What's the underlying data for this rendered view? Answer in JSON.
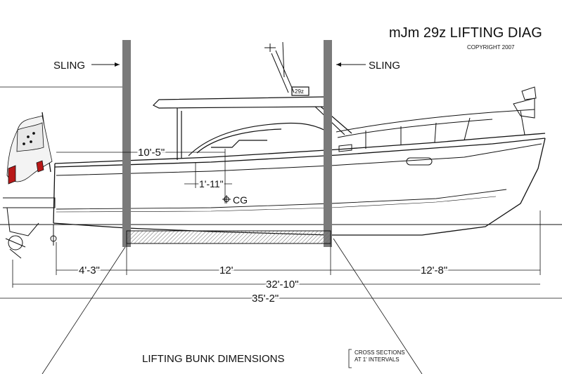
{
  "title": "mJm 29z LIFTING DIAG",
  "copyright": "COPYRIGHT 2007",
  "sling_left": "SLING",
  "sling_right": "SLING",
  "hull_name": "29z",
  "dimensions": {
    "d_10_5": "10'-5\"",
    "d_1_11": "1'-11\"",
    "cg": "CG",
    "d_4_3": "4'-3\"",
    "d_12": "12'",
    "d_12_8": "12'-8\"",
    "d_32_10": "32'-10\"",
    "d_35_2": "35'-2\""
  },
  "bunk_label": "LIFTING BUNK DIMENSIONS",
  "cross_sections": [
    "CROSS SECTIONS",
    "AT 1' INTERVALS"
  ],
  "colors": {
    "sling": "#7a7a7a",
    "ink": "#111111",
    "bunk_hatch": "#666666",
    "flag_red": "#b81818"
  }
}
